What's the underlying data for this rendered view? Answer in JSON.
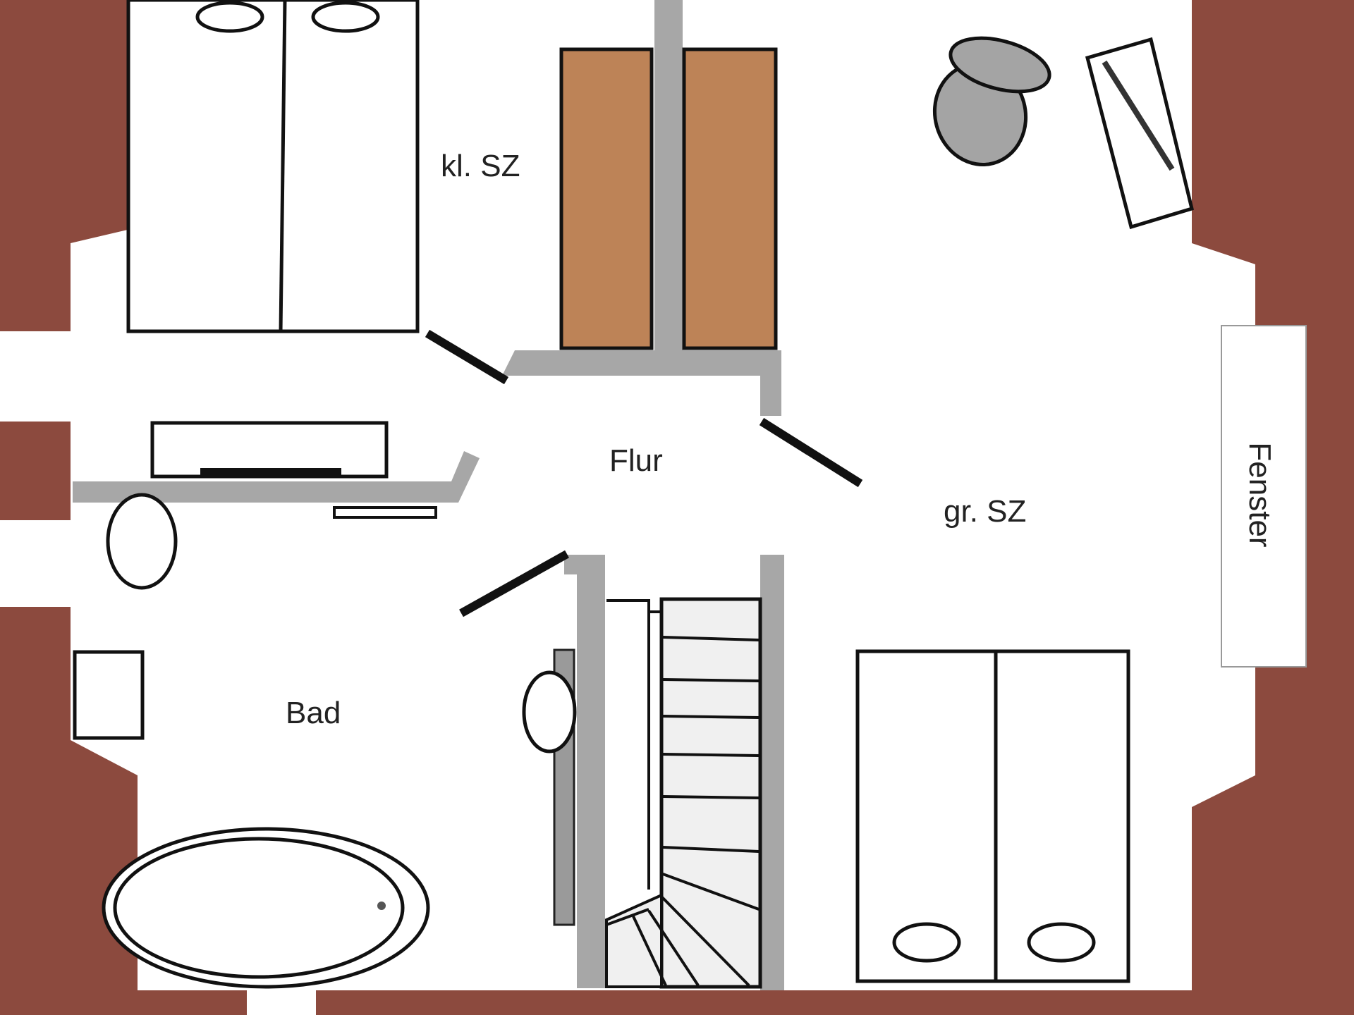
{
  "labels": {
    "kl_sz": "kl. SZ",
    "flur": "Flur",
    "gr_sz": "gr. SZ",
    "bad": "Bad",
    "fenster": "Fenster"
  },
  "colors": {
    "outer_wall": "#8c4a3e",
    "inner_wall": "#a7a7a7",
    "chimney_fill": "#bd8357",
    "furniture_stroke": "#111111",
    "furniture_fill": "#ffffff",
    "floor": "#ffffff",
    "toilet_fill": "#a4a4a4",
    "stair_fill": "#f0f0f0",
    "door_line": "#111111"
  },
  "icons": {
    "toilet": "toilet-icon",
    "bathtub": "bathtub-icon",
    "sink": "sink-icon",
    "bed": "bed-icon"
  }
}
